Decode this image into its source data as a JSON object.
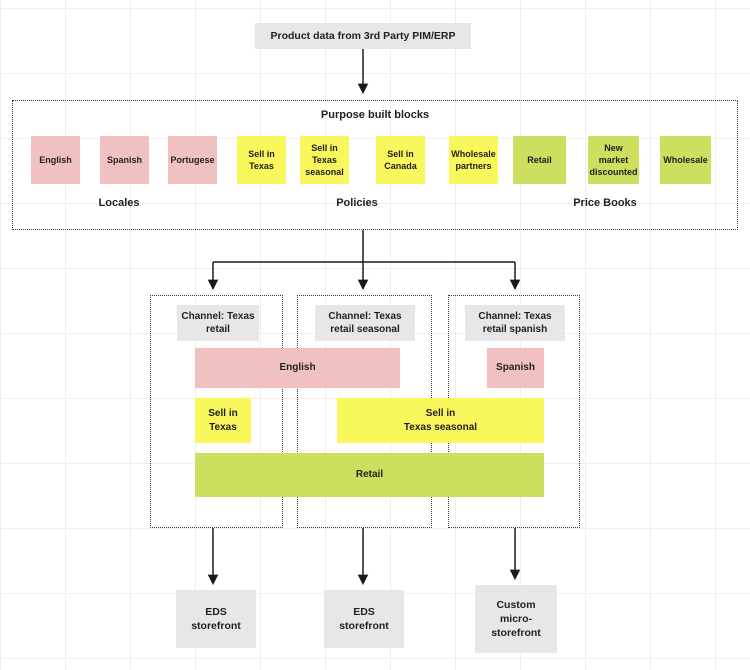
{
  "colors": {
    "pink": "#f1c0c0",
    "yellow": "#f8f75c",
    "green": "#cedf5f",
    "gray-box": "#e7e7e7",
    "line": "#1a1a1a"
  },
  "source": {
    "label": "Product data from 3rd Party PIM/ERP"
  },
  "purpose": {
    "title": "Purpose built blocks",
    "blocks": [
      {
        "label": "English",
        "color": "pink"
      },
      {
        "label": "Spanish",
        "color": "pink"
      },
      {
        "label": "Portugese",
        "color": "pink"
      },
      {
        "label": "Sell in\nTexas",
        "color": "yellow"
      },
      {
        "label": "Sell in\nTexas\nseasonal",
        "color": "yellow"
      },
      {
        "label": "Sell in\nCanada",
        "color": "yellow"
      },
      {
        "label": "Wholesale\npartners",
        "color": "yellow"
      },
      {
        "label": "Retail",
        "color": "green"
      },
      {
        "label": "New\nmarket\ndiscounted",
        "color": "green"
      },
      {
        "label": "Wholesale",
        "color": "green"
      }
    ],
    "groups": [
      {
        "label": "Locales"
      },
      {
        "label": "Policies"
      },
      {
        "label": "Price Books"
      }
    ]
  },
  "channels": [
    {
      "title": "Channel: Texas\nretail"
    },
    {
      "title": "Channel: Texas\nretail seasonal"
    },
    {
      "title": "Channel: Texas\nretail spanish"
    }
  ],
  "channel_blocks": {
    "english": "English",
    "spanish": "Spanish",
    "sell_texas": "Sell in\nTexas",
    "sell_texas_seasonal": "Sell in\nTexas seasonal",
    "retail": "Retail"
  },
  "storefronts": [
    {
      "label": "EDS\nstorefront"
    },
    {
      "label": "EDS\nstorefront"
    },
    {
      "label": "Custom\nmicro-\nstorefront"
    }
  ]
}
